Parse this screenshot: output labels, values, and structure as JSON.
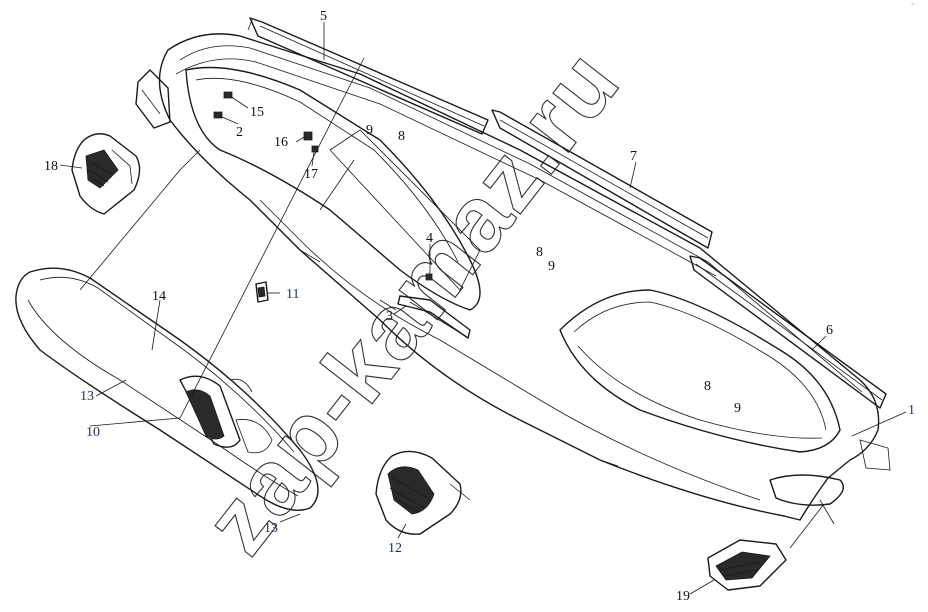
{
  "diagram": {
    "watermark": "zap-kamaz.ru",
    "corner_mark": "~",
    "callouts": [
      {
        "id": "label-1",
        "text": "1"
      },
      {
        "id": "label-2",
        "text": "2"
      },
      {
        "id": "label-3",
        "text": "3"
      },
      {
        "id": "label-4",
        "text": "4"
      },
      {
        "id": "label-5",
        "text": "5"
      },
      {
        "id": "label-6",
        "text": "6"
      },
      {
        "id": "label-7",
        "text": "7"
      },
      {
        "id": "label-8a",
        "text": "8"
      },
      {
        "id": "label-8b",
        "text": "8"
      },
      {
        "id": "label-8c",
        "text": "8"
      },
      {
        "id": "label-9a",
        "text": "9"
      },
      {
        "id": "label-9b",
        "text": "9"
      },
      {
        "id": "label-9c",
        "text": "9"
      },
      {
        "id": "label-10",
        "text": "10"
      },
      {
        "id": "label-11",
        "text": "11"
      },
      {
        "id": "label-12",
        "text": "12"
      },
      {
        "id": "label-13a",
        "text": "13"
      },
      {
        "id": "label-13b",
        "text": "13"
      },
      {
        "id": "label-14",
        "text": "14"
      },
      {
        "id": "label-15",
        "text": "15"
      },
      {
        "id": "label-16",
        "text": "16"
      },
      {
        "id": "label-17",
        "text": "17"
      },
      {
        "id": "label-18",
        "text": "18"
      },
      {
        "id": "label-19",
        "text": "19"
      }
    ]
  }
}
